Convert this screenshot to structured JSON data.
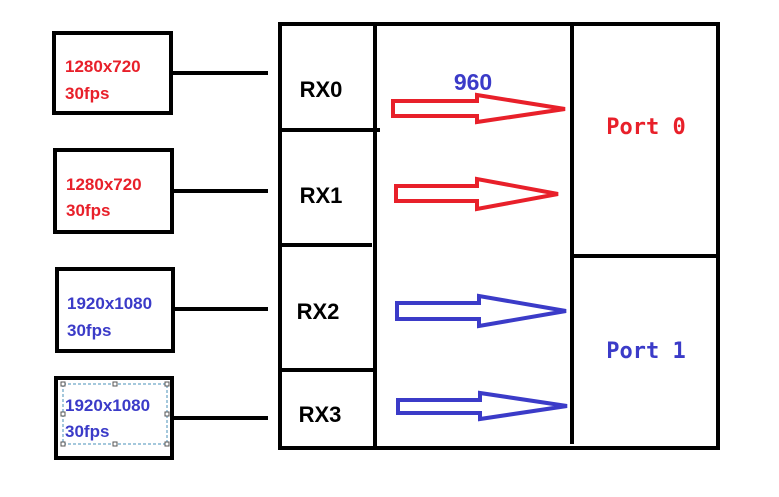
{
  "colors": {
    "red": "#e8202a",
    "blue": "#3b3bc8",
    "line": "#000000",
    "selection": "#4a90b8"
  },
  "sources": [
    {
      "resolution": "1280x720",
      "fps": "30fps",
      "color": "#e8202a",
      "selected": false
    },
    {
      "resolution": "1280x720",
      "fps": "30fps",
      "color": "#e8202a",
      "selected": false
    },
    {
      "resolution": "1920x1080",
      "fps": "30fps",
      "color": "#3b3bc8",
      "selected": false
    },
    {
      "resolution": "1920x1080",
      "fps": "30fps",
      "color": "#3b3bc8",
      "selected": true
    }
  ],
  "receivers": [
    "RX0",
    "RX1",
    "RX2",
    "RX3"
  ],
  "annotation": "960",
  "ports": [
    "Port 0",
    "Port 1"
  ]
}
